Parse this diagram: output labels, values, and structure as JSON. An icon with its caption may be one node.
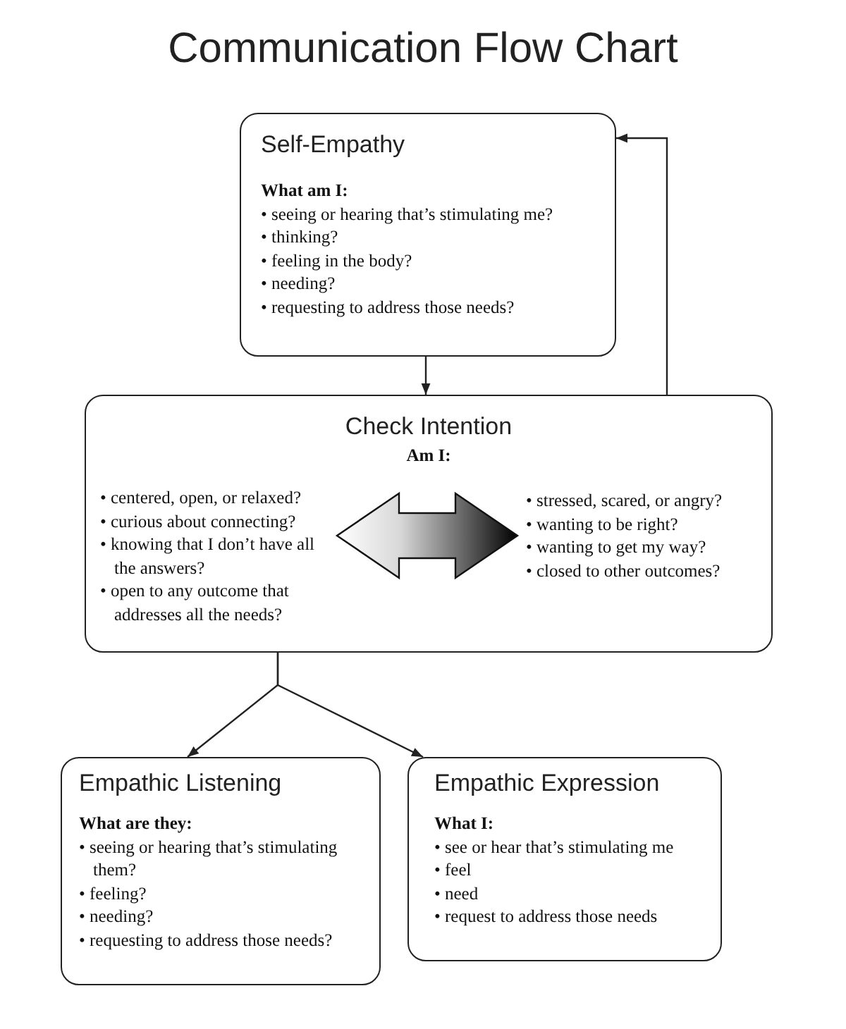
{
  "diagram": {
    "title": "Communication Flow Chart",
    "nodes": [
      {
        "text": [
          "Self-Empathy",
          "What am I:",
          "• seeing or hearing that’s stimulating me?",
          "• thinking?",
          "• feeling in the body?",
          "• needing?",
          "• requesting to address those needs?"
        ]
      },
      {
        "text": [
          "Check Intention",
          "Am I:",
          "• centered, open, or relaxed?",
          "• curious about connecting?",
          "• knowing that I don’t have all the answers?",
          "• open to any outcome that addresses all the needs?",
          "• stressed, scared, or angry?",
          "• wanting to be right?",
          "• wanting to get my way?",
          "• closed to other outcomes?"
        ]
      },
      {
        "text": [
          "Empathic Listening",
          "What are they:",
          "• seeing or hearing that’s stimulating them?",
          "• feeling?",
          "• needing?",
          "• requesting to address those needs?"
        ]
      },
      {
        "text": [
          "Empathic Expression",
          "What I:",
          "• see or hear that’s stimulating me",
          "• feel",
          "• need",
          "• request to address those needs"
        ]
      }
    ],
    "edges": [
      {
        "from": 0,
        "to": 1,
        "arrow": "to"
      },
      {
        "from": 1,
        "to": 0,
        "arrow": "to"
      },
      {
        "from": 1,
        "to": 2,
        "arrow": "to"
      },
      {
        "from": 1,
        "to": 3,
        "arrow": "to"
      }
    ]
  }
}
